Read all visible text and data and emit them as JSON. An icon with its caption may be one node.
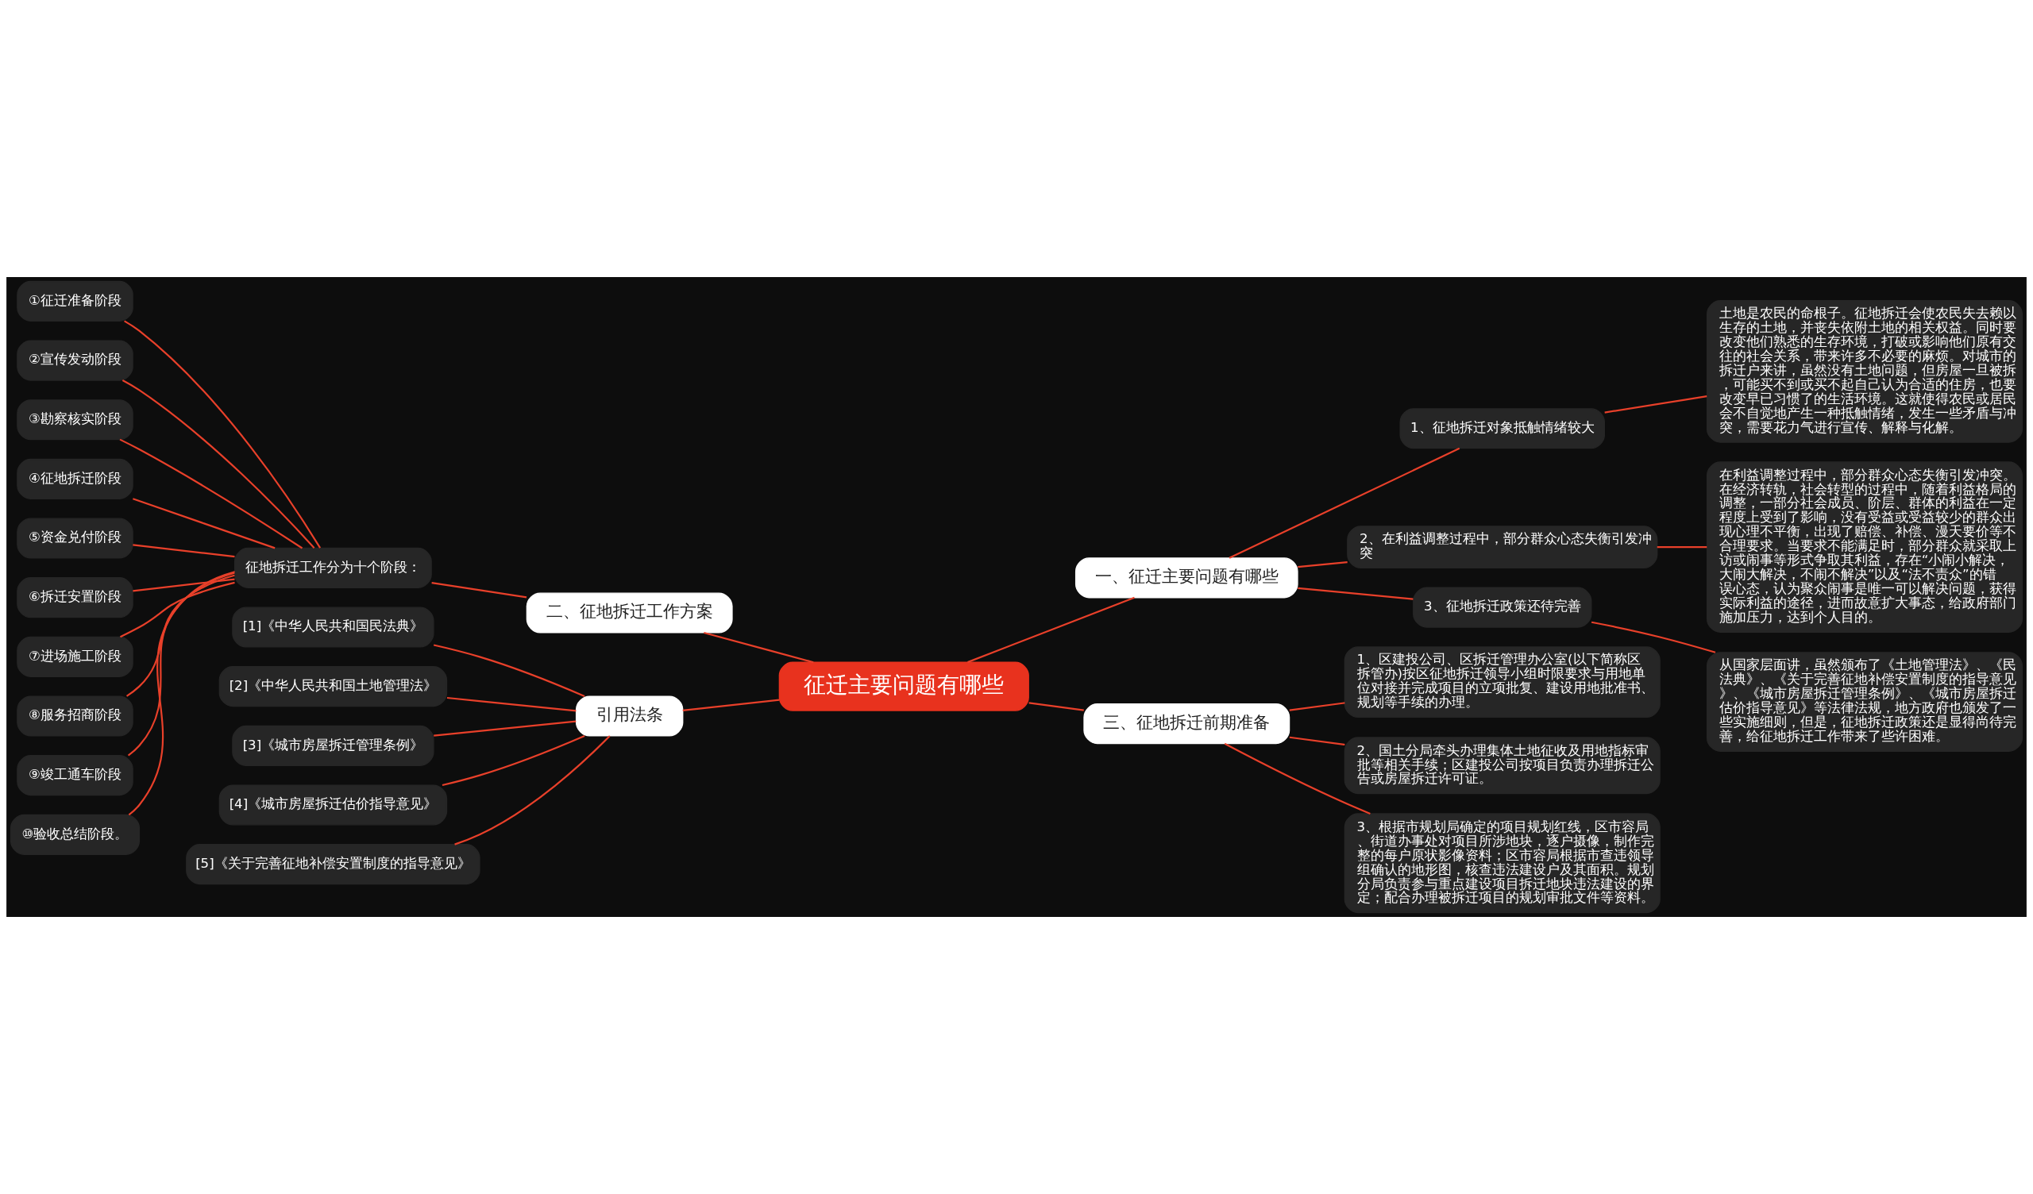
{
  "diagram": {
    "nodes": [
      {
        "text": [
          "征迁主要问题有哪些"
        ]
      },
      {
        "text": [
          "一、征迁主要问题有哪些"
        ]
      },
      {
        "text": [
          "1、征地拆迁对象抵触情绪较大"
        ]
      },
      {
        "text": [
          "土地是农民的命根子。征地拆迁会使农民失去赖以生存的土地，并丧失依附土地的相关权益。同时要改变他们熟悉的生存环境，打破或影响他们原有交往的社会关系，带来许多不必要的麻烦。对城市的拆迁户来讲，虽然没有土地问题，但房屋一旦被拆，可能买不到或买不起自己认为合适的住房，也要改变早已习惯了的生活环境。这就使得农民或居民会不自觉地产生一种抵触情绪，发生一些矛盾与冲突，需要花力气进行宣传、解释与化解。"
        ]
      },
      {
        "text": [
          "2、在利益调整过程中，部分群众心态失衡引发冲突"
        ]
      },
      {
        "text": [
          "在利益调整过程中，部分群众心态失衡引发冲突。在经济转轨，社会转型的过程中，随着利益格局的调整，一部分社会成员、阶层、群体的利益在一定程度上受到了影响，没有受益或受益较少的群众出现心理不平衡，出现了赔偿、补偿、漫天要价等不合理要求。当要求不能满足时，部分群众就采取上访或闹事等形式争取其利益，存在“小闹小解决，大闹大解决，不闹不解决”以及“法不责众”的错误心态，认为聚众闹事是唯一可以解决问题，获得实际利益的途径，进而故意扩大事态，给政府部门施加压力，达到个人目的。"
        ]
      },
      {
        "text": [
          "3、征地拆迁政策还待完善"
        ]
      },
      {
        "text": [
          "从国家层面讲，虽然颁布了《土地管理法》、《民法典》、《关于完善征地补偿安置制度的指导意见》、《城市房屋拆迁管理条例》、《城市房屋拆迁估价指导意见》等法律法规，地方政府也颁发了一些实施细则，但是，征地拆迁政策还是显得尚待完善，给征地拆迁工作带来了些许困难。"
        ]
      },
      {
        "text": [
          "三、征地拆迁前期准备"
        ]
      },
      {
        "text": [
          "1、区建投公司、区拆迁管理办公室(以下简称区拆管办)按区征地拆迁领导小组时限要求与用地单位对接并完成项目的立项批复、建设用地批准书、规划等手续的办理。"
        ]
      },
      {
        "text": [
          "2、国土分局牵头办理集体土地征收及用地指标审批等相关手续；区建投公司按项目负责办理拆迁公告或房屋拆迁许可证。"
        ]
      },
      {
        "text": [
          "3、根据市规划局确定的项目规划红线，区市容局、街道办事处对项目所涉地块，逐户摄像，制作完整的每户原状影像资料；区市容局根据市查违领导组确认的地形图，核查违法建设户及其面积。规划分局负责参与重点建设项目拆迁地块违法建设的界定；配合办理被拆迁项目的规划审批文件等资料。"
        ]
      },
      {
        "text": [
          "二、征地拆迁工作方案"
        ]
      },
      {
        "text": [
          "征地拆迁工作分为十个阶段："
        ]
      },
      {
        "text": [
          "①征迁准备阶段"
        ]
      },
      {
        "text": [
          "②宣传发动阶段"
        ]
      },
      {
        "text": [
          "③勘察核实阶段"
        ]
      },
      {
        "text": [
          "④征地拆迁阶段"
        ]
      },
      {
        "text": [
          "⑤资金兑付阶段"
        ]
      },
      {
        "text": [
          "⑥拆迁安置阶段"
        ]
      },
      {
        "text": [
          "⑦进场施工阶段"
        ]
      },
      {
        "text": [
          "⑧服务招商阶段"
        ]
      },
      {
        "text": [
          "⑨竣工通车阶段"
        ]
      },
      {
        "text": [
          "⑩验收总结阶段。"
        ]
      },
      {
        "text": [
          "引用法条"
        ]
      },
      {
        "text": [
          "[1]《中华人民共和国民法典》"
        ]
      },
      {
        "text": [
          "[2]《中华人民共和国土地管理法》"
        ]
      },
      {
        "text": [
          "[3]《城市房屋拆迁管理条例》"
        ]
      },
      {
        "text": [
          "[4]《城市房屋拆迁估价指导意见》"
        ]
      },
      {
        "text": [
          "[5]《关于完善征地补偿安置制度的指导意见》"
        ]
      }
    ],
    "edges": [
      {
        "from": 0,
        "to": 1,
        "arrow": "none"
      },
      {
        "from": 1,
        "to": 2,
        "arrow": "none"
      },
      {
        "from": 2,
        "to": 3,
        "arrow": "none"
      },
      {
        "from": 1,
        "to": 4,
        "arrow": "none"
      },
      {
        "from": 4,
        "to": 5,
        "arrow": "none"
      },
      {
        "from": 1,
        "to": 6,
        "arrow": "none"
      },
      {
        "from": 6,
        "to": 7,
        "arrow": "none"
      },
      {
        "from": 0,
        "to": 8,
        "arrow": "none"
      },
      {
        "from": 8,
        "to": 9,
        "arrow": "none"
      },
      {
        "from": 8,
        "to": 10,
        "arrow": "none"
      },
      {
        "from": 8,
        "to": 11,
        "arrow": "none"
      },
      {
        "from": 0,
        "to": 12,
        "arrow": "none"
      },
      {
        "from": 12,
        "to": 13,
        "arrow": "none"
      },
      {
        "from": 13,
        "to": 14,
        "arrow": "none"
      },
      {
        "from": 13,
        "to": 15,
        "arrow": "none"
      },
      {
        "from": 13,
        "to": 16,
        "arrow": "none"
      },
      {
        "from": 13,
        "to": 17,
        "arrow": "none"
      },
      {
        "from": 13,
        "to": 18,
        "arrow": "none"
      },
      {
        "from": 13,
        "to": 19,
        "arrow": "none"
      },
      {
        "from": 13,
        "to": 20,
        "arrow": "none"
      },
      {
        "from": 13,
        "to": 21,
        "arrow": "none"
      },
      {
        "from": 13,
        "to": 22,
        "arrow": "none"
      },
      {
        "from": 13,
        "to": 23,
        "arrow": "none"
      },
      {
        "from": 0,
        "to": 24,
        "arrow": "none"
      },
      {
        "from": 24,
        "to": 25,
        "arrow": "none"
      },
      {
        "from": 24,
        "to": 26,
        "arrow": "none"
      },
      {
        "from": 24,
        "to": 27,
        "arrow": "none"
      },
      {
        "from": 24,
        "to": 28,
        "arrow": "none"
      },
      {
        "from": 24,
        "to": 29,
        "arrow": "none"
      }
    ]
  }
}
